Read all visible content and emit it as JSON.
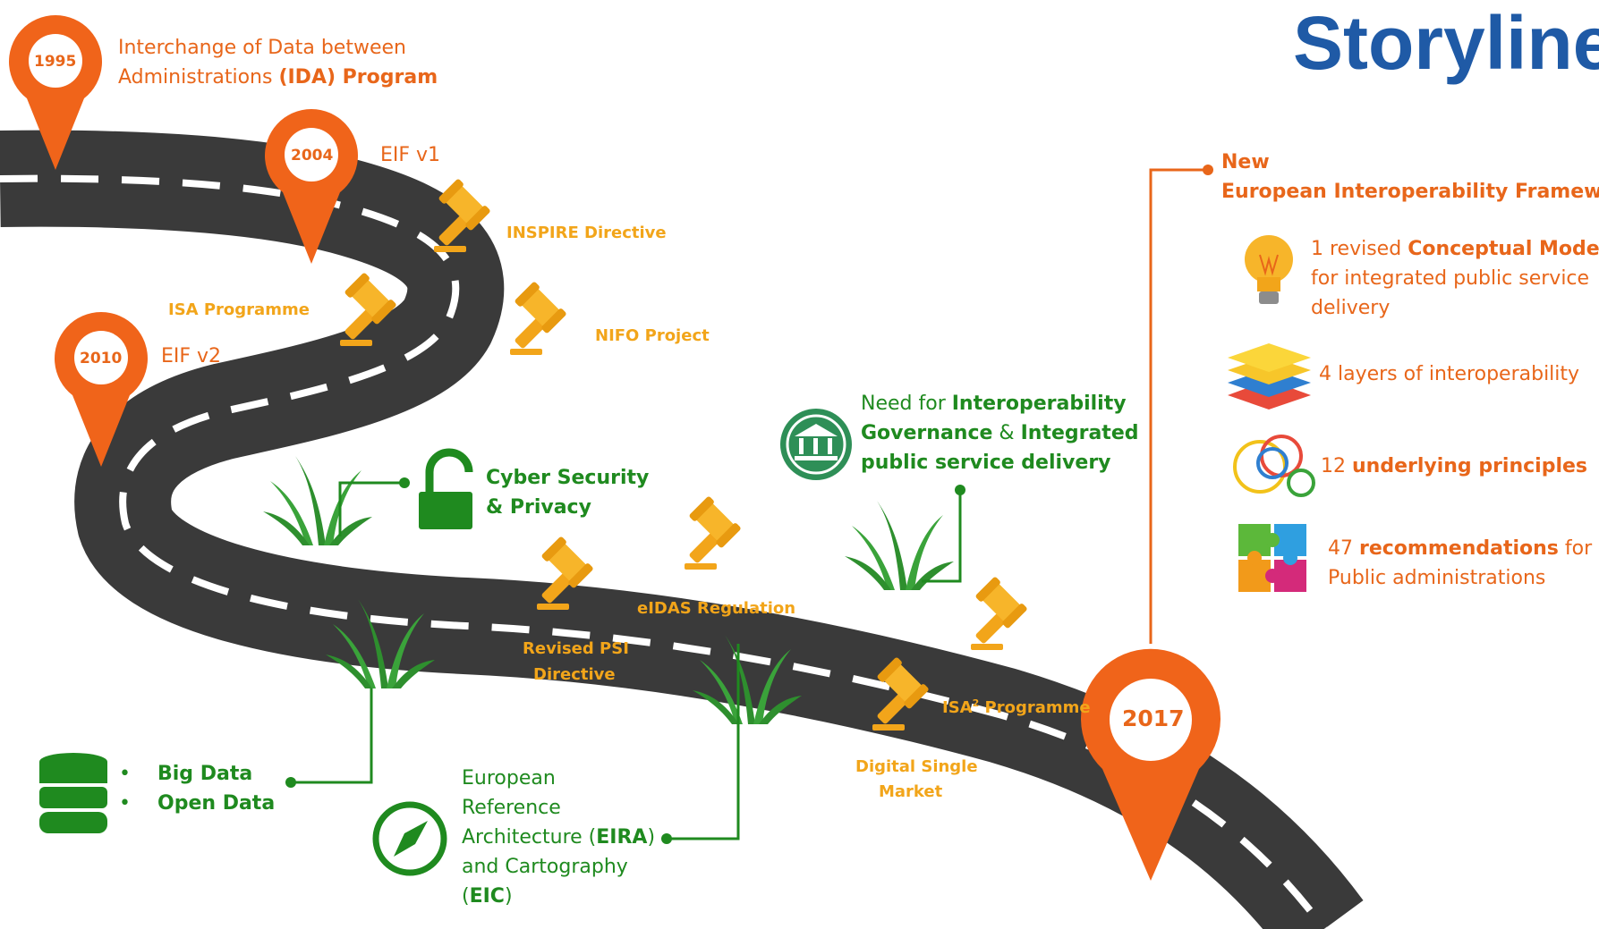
{
  "title": "Storyline",
  "pins": [
    {
      "year": "1995"
    },
    {
      "year": "2004"
    },
    {
      "year": "2010"
    },
    {
      "year": "2017"
    }
  ],
  "milestones": {
    "ida_line1": "Interchange of Data between",
    "ida_line2_a": "Administrations ",
    "ida_line2_b": "(IDA) Program",
    "eif_v1": "EIF v1",
    "eif_v2": "EIF v2",
    "inspire": "INSPIRE Directive",
    "isa": "ISA Programme",
    "nifo": "NIFO Project",
    "eidas": "eIDAS Regulation",
    "psi_line1": "Revised PSI",
    "psi_line2": "Directive",
    "isa2_a": "ISA",
    "isa2_sup": "2",
    "isa2_b": " Programme",
    "dsm_line1": "Digital Single",
    "dsm_line2": "Market"
  },
  "green": {
    "cyber_line1": "Cyber Security",
    "cyber_line2": "& Privacy",
    "need_1a": "Need for ",
    "need_1b": "Interoperability",
    "need_2a": "Governance",
    "need_2b": " & ",
    "need_2c": "Integrated",
    "need_3": "public service delivery",
    "bullet": "•",
    "bigdata": "Big Data",
    "opendata": "Open Data",
    "eira_1": "European",
    "eira_2": "Reference",
    "eira_3a": "Architecture (",
    "eira_3b": "EIRA",
    "eira_3c": ")",
    "eira_4": "and Cartography",
    "eira_5a": "(",
    "eira_5b": "EIC",
    "eira_5c": ")"
  },
  "eif": {
    "new": "New",
    "framework": "European Interoperability Framework",
    "model_1a": "1 revised ",
    "model_1b": "Conceptual Model",
    "model_2": "for integrated public service",
    "model_3": "delivery",
    "layers": "4 layers of interoperability",
    "principles_a": "12 ",
    "principles_b": "underlying principles",
    "rec_1a": "47 ",
    "rec_1b": "recommendations",
    "rec_1c": " for",
    "rec_2": "Public administrations"
  },
  "colors": {
    "orange": "#e8661a",
    "yellow": "#f2a51a",
    "green": "#1f8a1f",
    "road": "#3a3a3a",
    "title_blue": "#1f5aa6"
  }
}
